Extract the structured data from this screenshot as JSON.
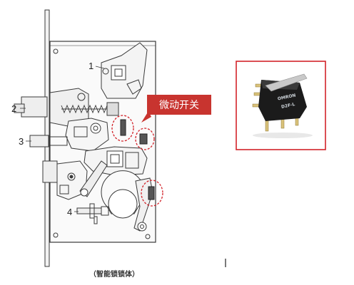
{
  "diagram": {
    "part_labels": [
      "1",
      "2",
      "3",
      "4"
    ],
    "callout": "微动开关",
    "caption": "（智能锁锁体）",
    "colors": {
      "highlight": "#d2232a",
      "callout_fill": "#c8342f",
      "line": "#3a3a3a",
      "photo_frame": "#d2232a"
    },
    "photo": {
      "device_label": "OMRON",
      "device_model": "D2F-L"
    }
  }
}
